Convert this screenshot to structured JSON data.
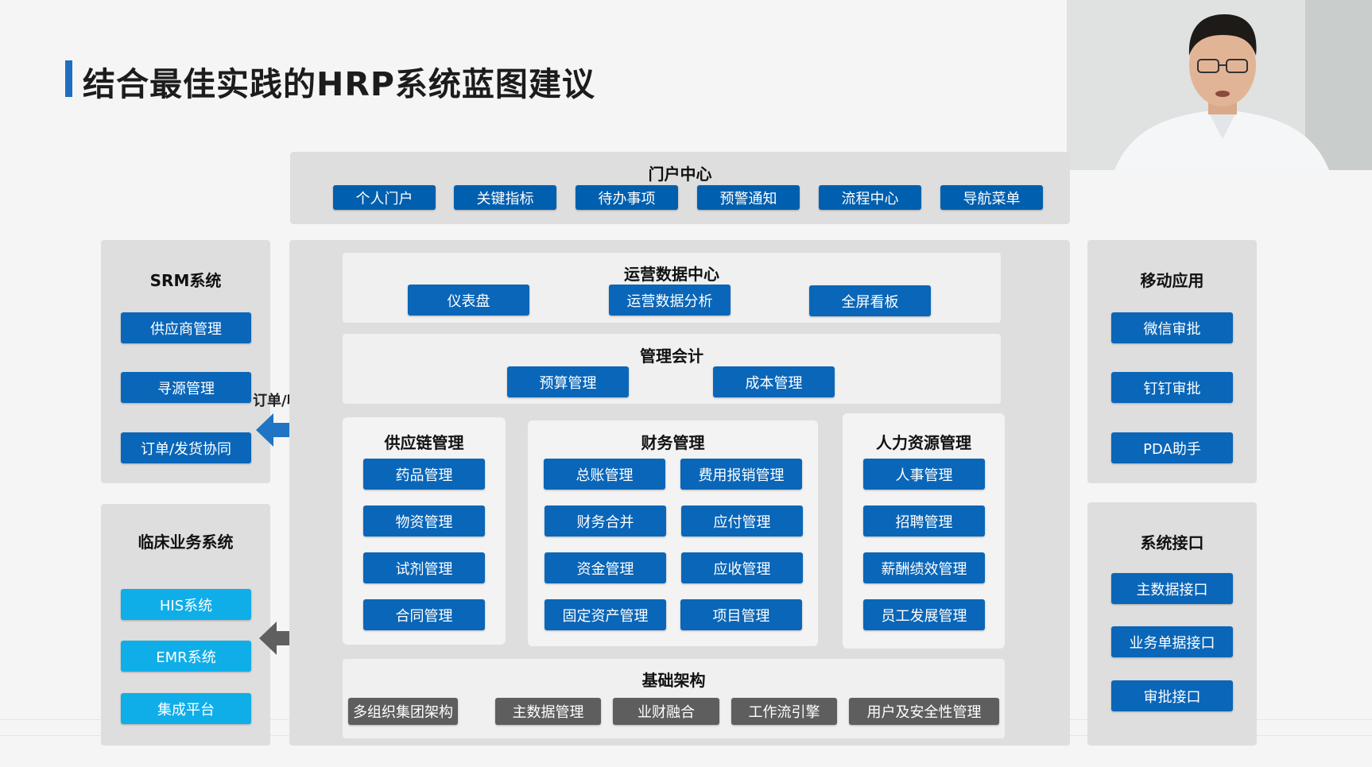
{
  "title": "结合最佳实践的HRP系统蓝图建议",
  "portal": {
    "title": "门户中心",
    "items": [
      "个人门户",
      "关键指标",
      "待办事项",
      "预警通知",
      "流程中心",
      "导航菜单"
    ]
  },
  "srm": {
    "title": "SRM系统",
    "items": [
      "供应商管理",
      "寻源管理",
      "订单/发货协同"
    ]
  },
  "clinical": {
    "title": "临床业务系统",
    "items": [
      "HIS系统",
      "EMR系统",
      "集成平台"
    ]
  },
  "arrow_label": "订单/收货",
  "ops_data": {
    "title": "运营数据中心",
    "items": [
      "仪表盘",
      "运营数据分析",
      "全屏看板"
    ]
  },
  "mgmt_accounting": {
    "title": "管理会计",
    "items": [
      "预算管理",
      "成本管理"
    ]
  },
  "supply_chain": {
    "title": "供应链管理",
    "items": [
      "药品管理",
      "物资管理",
      "试剂管理",
      "合同管理"
    ]
  },
  "finance": {
    "title": "财务管理",
    "items": [
      "总账管理",
      "费用报销管理",
      "财务合并",
      "应付管理",
      "资金管理",
      "应收管理",
      "固定资产管理",
      "项目管理"
    ]
  },
  "hr": {
    "title": "人力资源管理",
    "items": [
      "人事管理",
      "招聘管理",
      "薪酬绩效管理",
      "员工发展管理"
    ]
  },
  "infra": {
    "title": "基础架构",
    "items": [
      "多组织集团架构",
      "主数据管理",
      "业财融合",
      "工作流引擎",
      "用户及安全性管理"
    ]
  },
  "mobile": {
    "title": "移动应用",
    "items": [
      "微信审批",
      "钉钉审批",
      "PDA助手"
    ]
  },
  "interfaces": {
    "title": "系统接口",
    "items": [
      "主数据接口",
      "业务单据接口",
      "审批接口"
    ]
  },
  "colors": {
    "accent_blue": "#0a66b8",
    "cyan": "#10aee8",
    "gray_button": "#5e5e5e",
    "title_bar": "#1f6fbf"
  }
}
